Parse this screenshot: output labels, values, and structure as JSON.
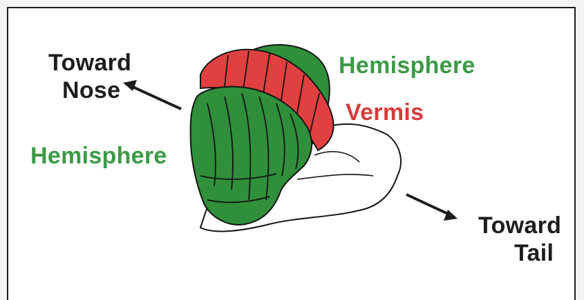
{
  "labels": {
    "toward_nose_line1": "Toward",
    "toward_nose_line2": "Nose",
    "hemisphere_top": "Hemisphere",
    "vermis": "Vermis",
    "hemisphere_left": "Hemisphere",
    "toward_tail_line1": "Toward",
    "toward_tail_line2": "Tail"
  },
  "colors": {
    "hemisphere": "#2f8f3a",
    "vermis": "#e0403f",
    "outline": "#141414",
    "text_dark": "#1d1d1d",
    "text_green": "#3c9a46",
    "text_red": "#d83a3a"
  }
}
